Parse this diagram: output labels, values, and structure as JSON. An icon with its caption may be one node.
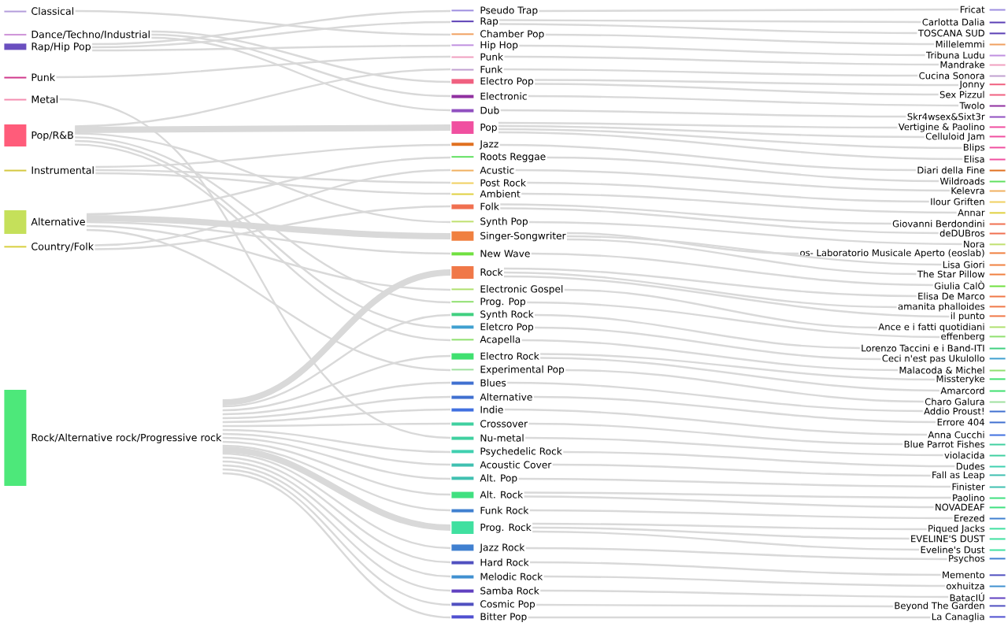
{
  "diagram": {
    "nodes": [
      {
        "text": [
          "Classical"
        ]
      },
      {
        "text": [
          "Dance/Techno/Industrial"
        ]
      },
      {
        "text": [
          "Rap/Hip Pop"
        ]
      },
      {
        "text": [
          "Punk"
        ]
      },
      {
        "text": [
          "Metal"
        ]
      },
      {
        "text": [
          "Pop/R&B"
        ]
      },
      {
        "text": [
          "Instrumental"
        ]
      },
      {
        "text": [
          "Alternative"
        ]
      },
      {
        "text": [
          "Country/Folk"
        ]
      },
      {
        "text": [
          "Rock/Alternative rock/Progressive rock"
        ]
      },
      {
        "text": [
          "Pseudo Trap"
        ]
      },
      {
        "text": [
          "Rap"
        ]
      },
      {
        "text": [
          "Chamber Pop"
        ]
      },
      {
        "text": [
          "Hip Hop"
        ]
      },
      {
        "text": [
          "Punk"
        ]
      },
      {
        "text": [
          "Funk"
        ]
      },
      {
        "text": [
          "Electro Pop"
        ]
      },
      {
        "text": [
          "Electronic"
        ]
      },
      {
        "text": [
          "Dub"
        ]
      },
      {
        "text": [
          "Pop"
        ]
      },
      {
        "text": [
          "Jazz"
        ]
      },
      {
        "text": [
          "Roots Reggae"
        ]
      },
      {
        "text": [
          "Acustic"
        ]
      },
      {
        "text": [
          "Post Rock"
        ]
      },
      {
        "text": [
          "Ambient"
        ]
      },
      {
        "text": [
          "Folk"
        ]
      },
      {
        "text": [
          "Synth Pop"
        ]
      },
      {
        "text": [
          "Singer-Songwriter"
        ]
      },
      {
        "text": [
          "New Wave"
        ]
      },
      {
        "text": [
          "Rock"
        ]
      },
      {
        "text": [
          "Electronic Gospel"
        ]
      },
      {
        "text": [
          "Prog. Pop"
        ]
      },
      {
        "text": [
          "Synth Rock"
        ]
      },
      {
        "text": [
          "Eletcro Pop"
        ]
      },
      {
        "text": [
          "Acapella"
        ]
      },
      {
        "text": [
          "Electro Rock"
        ]
      },
      {
        "text": [
          "Experimental Pop"
        ]
      },
      {
        "text": [
          "Blues"
        ]
      },
      {
        "text": [
          "Alternative"
        ]
      },
      {
        "text": [
          "Indie"
        ]
      },
      {
        "text": [
          "Crossover"
        ]
      },
      {
        "text": [
          "Nu-metal"
        ]
      },
      {
        "text": [
          "Psychedelic Rock"
        ]
      },
      {
        "text": [
          "Acoustic Cover"
        ]
      },
      {
        "text": [
          "Alt. Pop"
        ]
      },
      {
        "text": [
          "Alt. Rock"
        ]
      },
      {
        "text": [
          "Funk Rock"
        ]
      },
      {
        "text": [
          "Prog. Rock"
        ]
      },
      {
        "text": [
          "Jazz Rock"
        ]
      },
      {
        "text": [
          "Hard Rock"
        ]
      },
      {
        "text": [
          "Melodic Rock"
        ]
      },
      {
        "text": [
          "Samba Rock"
        ]
      },
      {
        "text": [
          "Cosmic Pop"
        ]
      },
      {
        "text": [
          "Bitter Pop"
        ]
      },
      {
        "text": [
          "Fricat"
        ]
      },
      {
        "text": [
          "Carlotta Dalia"
        ]
      },
      {
        "text": [
          "TOSCANA SUD"
        ]
      },
      {
        "text": [
          "Millelemmi"
        ]
      },
      {
        "text": [
          "Tribuna Ludu"
        ]
      },
      {
        "text": [
          "Mandrake"
        ]
      },
      {
        "text": [
          "Cucina Sonora"
        ]
      },
      {
        "text": [
          "Jonny"
        ]
      },
      {
        "text": [
          "Sex Pizzul"
        ]
      },
      {
        "text": [
          "Twolo"
        ]
      },
      {
        "text": [
          "Skr4wsex&Sixt3r"
        ]
      },
      {
        "text": [
          "Vertigine & Paolino"
        ]
      },
      {
        "text": [
          "Celluloid Jam"
        ]
      },
      {
        "text": [
          "Blips"
        ]
      },
      {
        "text": [
          "Elisa"
        ]
      },
      {
        "text": [
          "Diari della Fine"
        ]
      },
      {
        "text": [
          "Wildroads"
        ]
      },
      {
        "text": [
          "Kelevra"
        ]
      },
      {
        "text": [
          "Ilour Griften"
        ]
      },
      {
        "text": [
          "Annar"
        ]
      },
      {
        "text": [
          "Giovanni Berdondini"
        ]
      },
      {
        "text": [
          "deDUBros"
        ]
      },
      {
        "text": [
          "Nora"
        ]
      },
      {
        "text": [
          "os- Laboratorio Musicale Aperto (eoslab)"
        ]
      },
      {
        "text": [
          "Lisa Giori"
        ]
      },
      {
        "text": [
          "The Star Pillow"
        ]
      },
      {
        "text": [
          "Giulia CalÒ"
        ]
      },
      {
        "text": [
          "Elisa De Marco"
        ]
      },
      {
        "text": [
          "amanita phalloides"
        ]
      },
      {
        "text": [
          "il punto"
        ]
      },
      {
        "text": [
          "Ance e i fatti quotidiani"
        ]
      },
      {
        "text": [
          "effenberg"
        ]
      },
      {
        "text": [
          "Lorenzo Taccini e i Band-ITI"
        ]
      },
      {
        "text": [
          "Ceci n'est pas Ukulollo"
        ]
      },
      {
        "text": [
          "Malacoda & Michel"
        ]
      },
      {
        "text": [
          "Missteryke"
        ]
      },
      {
        "text": [
          "Amarcord"
        ]
      },
      {
        "text": [
          "Charo Galura"
        ]
      },
      {
        "text": [
          "Addio Proust!"
        ]
      },
      {
        "text": [
          "Errore 404"
        ]
      },
      {
        "text": [
          "Anna Cucchi"
        ]
      },
      {
        "text": [
          "Blue Parrot Fishes"
        ]
      },
      {
        "text": [
          "violacida"
        ]
      },
      {
        "text": [
          "Dudes"
        ]
      },
      {
        "text": [
          "Fall as Leap"
        ]
      },
      {
        "text": [
          "Finister"
        ]
      },
      {
        "text": [
          "Paolino"
        ]
      },
      {
        "text": [
          "NOVADEAF"
        ]
      },
      {
        "text": [
          "Erezed"
        ]
      },
      {
        "text": [
          "Piqued Jacks"
        ]
      },
      {
        "text": [
          "EVELINE'S DUST"
        ]
      },
      {
        "text": [
          "Eveline's Dust"
        ]
      },
      {
        "text": [
          "Psychos"
        ]
      },
      {
        "text": [
          "Memento"
        ]
      },
      {
        "text": [
          "oxhuitza"
        ]
      },
      {
        "text": [
          "BatacIÚ"
        ]
      },
      {
        "text": [
          "Beyond The Garden"
        ]
      },
      {
        "text": [
          "La Canaglia"
        ]
      }
    ],
    "edges": [
      {
        "from": 2,
        "to": 10,
        "arrow": "none"
      },
      {
        "from": 2,
        "to": 11,
        "arrow": "none"
      },
      {
        "from": 0,
        "to": 12,
        "arrow": "none"
      },
      {
        "from": 2,
        "to": 13,
        "arrow": "none"
      },
      {
        "from": 3,
        "to": 14,
        "arrow": "none"
      },
      {
        "from": 5,
        "to": 15,
        "arrow": "none"
      },
      {
        "from": 1,
        "to": 16,
        "arrow": "none"
      },
      {
        "from": 1,
        "to": 17,
        "arrow": "none"
      },
      {
        "from": 1,
        "to": 18,
        "arrow": "none"
      },
      {
        "from": 5,
        "to": 19,
        "arrow": "none",
        "style": "thick"
      },
      {
        "from": 6,
        "to": 20,
        "arrow": "none"
      },
      {
        "from": 7,
        "to": 21,
        "arrow": "none"
      },
      {
        "from": 8,
        "to": 22,
        "arrow": "none"
      },
      {
        "from": 6,
        "to": 23,
        "arrow": "none"
      },
      {
        "from": 6,
        "to": 24,
        "arrow": "none"
      },
      {
        "from": 8,
        "to": 25,
        "arrow": "none"
      },
      {
        "from": 5,
        "to": 26,
        "arrow": "none"
      },
      {
        "from": 7,
        "to": 27,
        "arrow": "none",
        "style": "thick"
      },
      {
        "from": 7,
        "to": 28,
        "arrow": "none"
      },
      {
        "from": 9,
        "to": 29,
        "arrow": "none",
        "style": "thick"
      },
      {
        "from": 7,
        "to": 30,
        "arrow": "none"
      },
      {
        "from": 5,
        "to": 31,
        "arrow": "none"
      },
      {
        "from": 9,
        "to": 32,
        "arrow": "none"
      },
      {
        "from": 5,
        "to": 33,
        "arrow": "none"
      },
      {
        "from": 5,
        "to": 34,
        "arrow": "none"
      },
      {
        "from": 9,
        "to": 35,
        "arrow": "none"
      },
      {
        "from": 7,
        "to": 36,
        "arrow": "none"
      },
      {
        "from": 9,
        "to": 37,
        "arrow": "none"
      },
      {
        "from": 9,
        "to": 38,
        "arrow": "none"
      },
      {
        "from": 9,
        "to": 39,
        "arrow": "none"
      },
      {
        "from": 9,
        "to": 40,
        "arrow": "none"
      },
      {
        "from": 4,
        "to": 41,
        "arrow": "none"
      },
      {
        "from": 9,
        "to": 42,
        "arrow": "none"
      },
      {
        "from": 9,
        "to": 43,
        "arrow": "none"
      },
      {
        "from": 9,
        "to": 44,
        "arrow": "none"
      },
      {
        "from": 9,
        "to": 45,
        "arrow": "none"
      },
      {
        "from": 9,
        "to": 46,
        "arrow": "none"
      },
      {
        "from": 9,
        "to": 47,
        "arrow": "none",
        "style": "thick"
      },
      {
        "from": 9,
        "to": 48,
        "arrow": "none"
      },
      {
        "from": 9,
        "to": 49,
        "arrow": "none"
      },
      {
        "from": 9,
        "to": 50,
        "arrow": "none"
      },
      {
        "from": 9,
        "to": 51,
        "arrow": "none"
      },
      {
        "from": 9,
        "to": 52,
        "arrow": "none"
      },
      {
        "from": 9,
        "to": 53,
        "arrow": "none"
      },
      {
        "from": 10,
        "to": 54,
        "arrow": "none"
      },
      {
        "from": 11,
        "to": 55,
        "arrow": "none"
      },
      {
        "from": 11,
        "to": 56,
        "arrow": "none"
      },
      {
        "from": 12,
        "to": 57,
        "arrow": "none"
      },
      {
        "from": 13,
        "to": 58,
        "arrow": "none"
      },
      {
        "from": 14,
        "to": 59,
        "arrow": "none"
      },
      {
        "from": 15,
        "to": 60,
        "arrow": "none"
      },
      {
        "from": 16,
        "to": 61,
        "arrow": "none"
      },
      {
        "from": 16,
        "to": 62,
        "arrow": "none"
      },
      {
        "from": 17,
        "to": 63,
        "arrow": "none"
      },
      {
        "from": 18,
        "to": 64,
        "arrow": "none"
      },
      {
        "from": 19,
        "to": 65,
        "arrow": "none"
      },
      {
        "from": 19,
        "to": 66,
        "arrow": "none"
      },
      {
        "from": 19,
        "to": 67,
        "arrow": "none"
      },
      {
        "from": 19,
        "to": 68,
        "arrow": "none"
      },
      {
        "from": 20,
        "to": 69,
        "arrow": "none"
      },
      {
        "from": 21,
        "to": 70,
        "arrow": "none"
      },
      {
        "from": 22,
        "to": 71,
        "arrow": "none"
      },
      {
        "from": 23,
        "to": 72,
        "arrow": "none"
      },
      {
        "from": 24,
        "to": 73,
        "arrow": "none"
      },
      {
        "from": 25,
        "to": 74,
        "arrow": "none"
      },
      {
        "from": 25,
        "to": 75,
        "arrow": "none"
      },
      {
        "from": 26,
        "to": 76,
        "arrow": "none"
      },
      {
        "from": 27,
        "to": 77,
        "arrow": "none"
      },
      {
        "from": 27,
        "to": 78,
        "arrow": "none"
      },
      {
        "from": 27,
        "to": 79,
        "arrow": "none"
      },
      {
        "from": 28,
        "to": 80,
        "arrow": "none"
      },
      {
        "from": 29,
        "to": 81,
        "arrow": "none"
      },
      {
        "from": 29,
        "to": 82,
        "arrow": "none"
      },
      {
        "from": 29,
        "to": 83,
        "arrow": "none"
      },
      {
        "from": 30,
        "to": 84,
        "arrow": "none"
      },
      {
        "from": 31,
        "to": 85,
        "arrow": "none"
      },
      {
        "from": 32,
        "to": 86,
        "arrow": "none"
      },
      {
        "from": 33,
        "to": 87,
        "arrow": "none"
      },
      {
        "from": 34,
        "to": 88,
        "arrow": "none"
      },
      {
        "from": 35,
        "to": 89,
        "arrow": "none"
      },
      {
        "from": 35,
        "to": 90,
        "arrow": "none"
      },
      {
        "from": 36,
        "to": 91,
        "arrow": "none"
      },
      {
        "from": 37,
        "to": 92,
        "arrow": "none"
      },
      {
        "from": 38,
        "to": 93,
        "arrow": "none"
      },
      {
        "from": 39,
        "to": 94,
        "arrow": "none"
      },
      {
        "from": 40,
        "to": 95,
        "arrow": "none"
      },
      {
        "from": 41,
        "to": 96,
        "arrow": "none"
      },
      {
        "from": 42,
        "to": 97,
        "arrow": "none"
      },
      {
        "from": 43,
        "to": 98,
        "arrow": "none"
      },
      {
        "from": 44,
        "to": 99,
        "arrow": "none"
      },
      {
        "from": 45,
        "to": 100,
        "arrow": "none"
      },
      {
        "from": 45,
        "to": 101,
        "arrow": "none"
      },
      {
        "from": 46,
        "to": 102,
        "arrow": "none"
      },
      {
        "from": 47,
        "to": 103,
        "arrow": "none"
      },
      {
        "from": 47,
        "to": 104,
        "arrow": "none"
      },
      {
        "from": 47,
        "to": 105,
        "arrow": "none"
      },
      {
        "from": 48,
        "to": 106,
        "arrow": "none"
      },
      {
        "from": 49,
        "to": 107,
        "arrow": "none"
      },
      {
        "from": 50,
        "to": 108,
        "arrow": "none"
      },
      {
        "from": 51,
        "to": 109,
        "arrow": "none"
      },
      {
        "from": 52,
        "to": 110,
        "arrow": "none"
      },
      {
        "from": 53,
        "to": 111,
        "arrow": "none"
      }
    ]
  }
}
